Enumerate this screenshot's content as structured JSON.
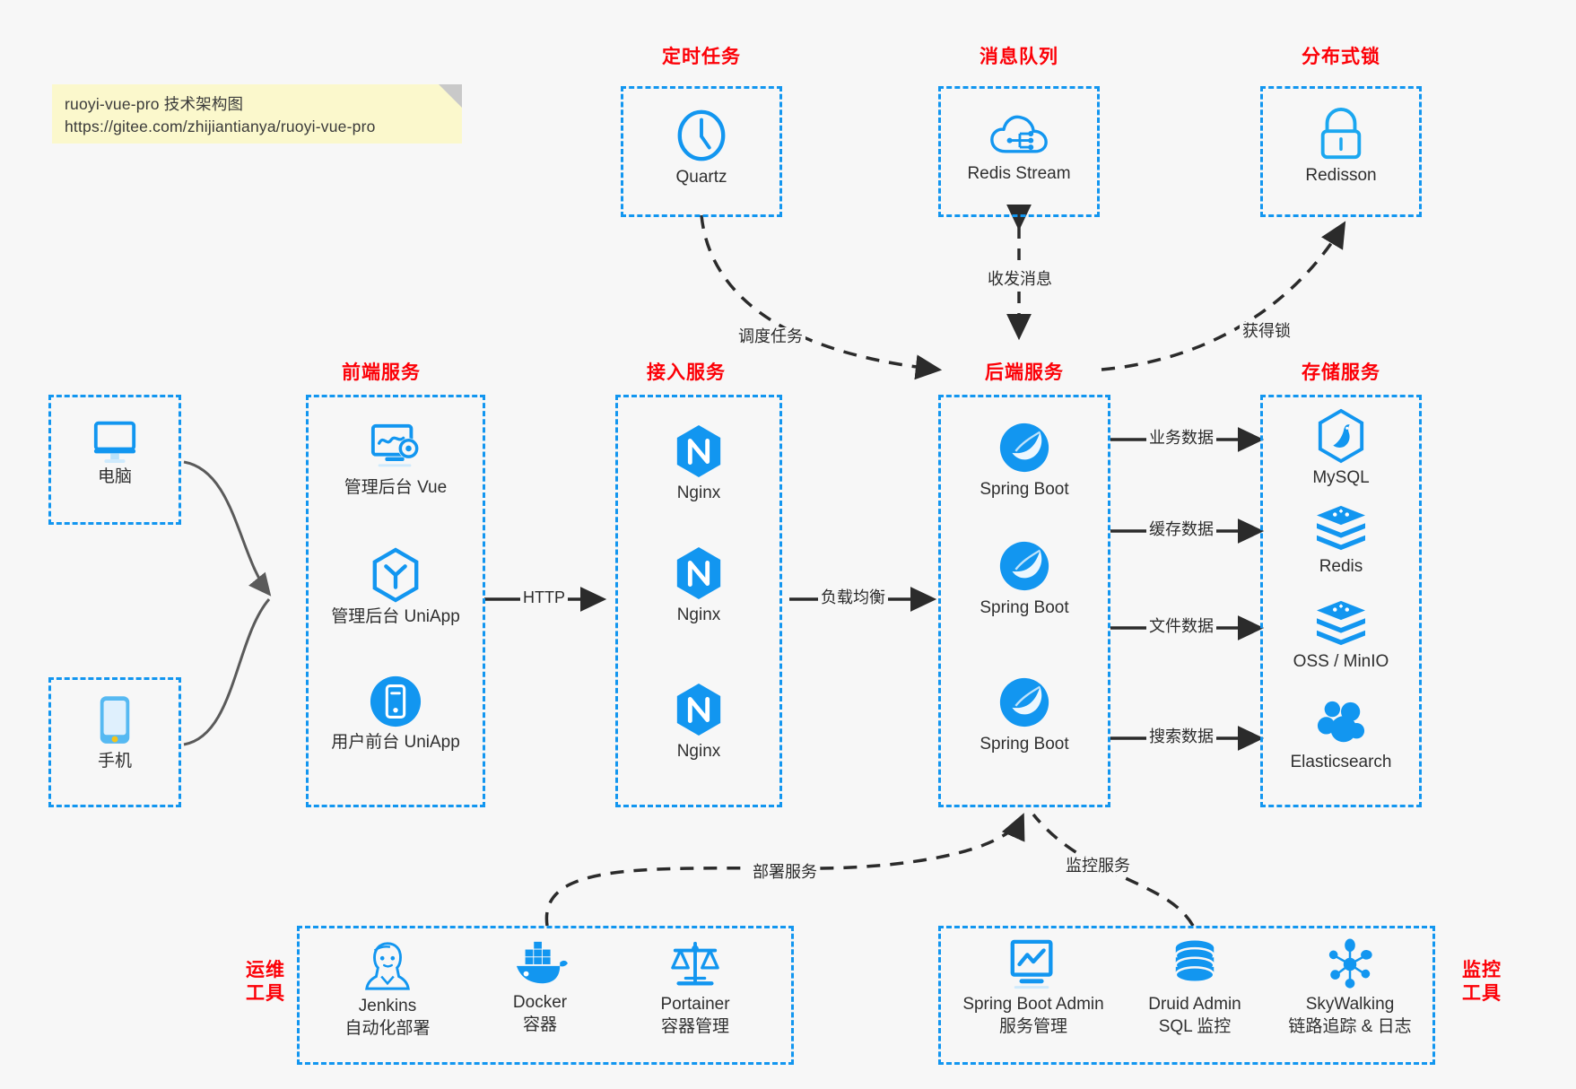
{
  "note": {
    "line1": "ruoyi-vue-pro 技术架构图",
    "line2": "https://gitee.com/zhijiantianya/ruoyi-vue-pro"
  },
  "colors": {
    "accent_blue": "#1296f0",
    "title_red": "#fc0007",
    "text_dark": "#2f2f2f",
    "note_bg": "#fbf8cc",
    "canvas_bg": "#f7f7f7",
    "arrow_dark": "#2b2b2b",
    "client_wire": "#5a5a5a"
  },
  "groups": {
    "scheduled_tasks": {
      "title": "定时任务",
      "items": [
        {
          "label": "Quartz",
          "icon": "clock-icon"
        }
      ]
    },
    "message_queue": {
      "title": "消息队列",
      "items": [
        {
          "label": "Redis Stream",
          "icon": "cloud-stream-icon"
        }
      ]
    },
    "distributed_lock": {
      "title": "分布式锁",
      "items": [
        {
          "label": "Redisson",
          "icon": "lock-icon"
        }
      ]
    },
    "clients": {
      "items": [
        {
          "label": "电脑",
          "icon": "desktop-monitor-icon"
        },
        {
          "label": "手机",
          "icon": "smartphone-icon"
        }
      ]
    },
    "frontend": {
      "title": "前端服务",
      "items": [
        {
          "label": "管理后台 Vue",
          "icon": "dashboard-gear-icon"
        },
        {
          "label": "管理后台 UniApp",
          "icon": "hexagon-y-icon"
        },
        {
          "label": "用户前台 UniApp",
          "icon": "mobile-circle-icon"
        }
      ]
    },
    "gateway": {
      "title": "接入服务",
      "items": [
        {
          "label": "Nginx",
          "icon": "nginx-icon"
        },
        {
          "label": "Nginx",
          "icon": "nginx-icon"
        },
        {
          "label": "Nginx",
          "icon": "nginx-icon"
        }
      ]
    },
    "backend": {
      "title": "后端服务",
      "items": [
        {
          "label": "Spring Boot",
          "icon": "spring-leaf-icon"
        },
        {
          "label": "Spring Boot",
          "icon": "spring-leaf-icon"
        },
        {
          "label": "Spring Boot",
          "icon": "spring-leaf-icon"
        }
      ]
    },
    "storage": {
      "title": "存储服务",
      "items": [
        {
          "label": "MySQL",
          "icon": "mysql-dolphin-icon"
        },
        {
          "label": "Redis",
          "icon": "redis-stack-icon"
        },
        {
          "label": "OSS / MinIO",
          "icon": "redis-stack-icon"
        },
        {
          "label": "Elasticsearch",
          "icon": "elasticsearch-icon"
        }
      ]
    },
    "devops": {
      "title_line1": "运维",
      "title_line2": "工具",
      "items": [
        {
          "label": "Jenkins",
          "sub": "自动化部署",
          "icon": "jenkins-butler-icon"
        },
        {
          "label": "Docker",
          "sub": "容器",
          "icon": "docker-whale-icon"
        },
        {
          "label": "Portainer",
          "sub": "容器管理",
          "icon": "scales-icon"
        }
      ]
    },
    "monitoring": {
      "title_line1": "监控",
      "title_line2": "工具",
      "items": [
        {
          "label": "Spring Boot Admin",
          "sub": "服务管理",
          "icon": "monitor-chart-icon"
        },
        {
          "label": "Druid Admin",
          "sub": "SQL 监控",
          "icon": "database-cylinder-icon"
        },
        {
          "label": "SkyWalking",
          "sub": "链路追踪 & 日志",
          "icon": "skywalking-node-icon"
        }
      ]
    }
  },
  "edges": [
    {
      "id": "schedule-task",
      "label": "调度任务",
      "from": "scheduled_tasks",
      "to": "backend",
      "style": "dashed"
    },
    {
      "id": "send-receive",
      "label": "收发消息",
      "from": "message_queue",
      "to": "backend",
      "style": "dashed-bidirectional"
    },
    {
      "id": "acquire-lock",
      "label": "获得锁",
      "from": "backend",
      "to": "distributed_lock",
      "style": "dashed"
    },
    {
      "id": "http",
      "label": "HTTP",
      "from": "frontend",
      "to": "gateway",
      "style": "solid"
    },
    {
      "id": "load-balance",
      "label": "负载均衡",
      "from": "gateway",
      "to": "backend",
      "style": "solid"
    },
    {
      "id": "business-data",
      "label": "业务数据",
      "from": "backend",
      "to": "storage",
      "style": "solid"
    },
    {
      "id": "cache-data",
      "label": "缓存数据",
      "from": "backend",
      "to": "storage",
      "style": "solid"
    },
    {
      "id": "file-data",
      "label": "文件数据",
      "from": "backend",
      "to": "storage",
      "style": "solid"
    },
    {
      "id": "search-data",
      "label": "搜索数据",
      "from": "backend",
      "to": "storage",
      "style": "solid"
    },
    {
      "id": "deploy-service",
      "label": "部署服务",
      "from": "devops",
      "to": "backend",
      "style": "dashed"
    },
    {
      "id": "monitor-service",
      "label": "监控服务",
      "from": "monitoring",
      "to": "backend",
      "style": "dashed"
    }
  ]
}
